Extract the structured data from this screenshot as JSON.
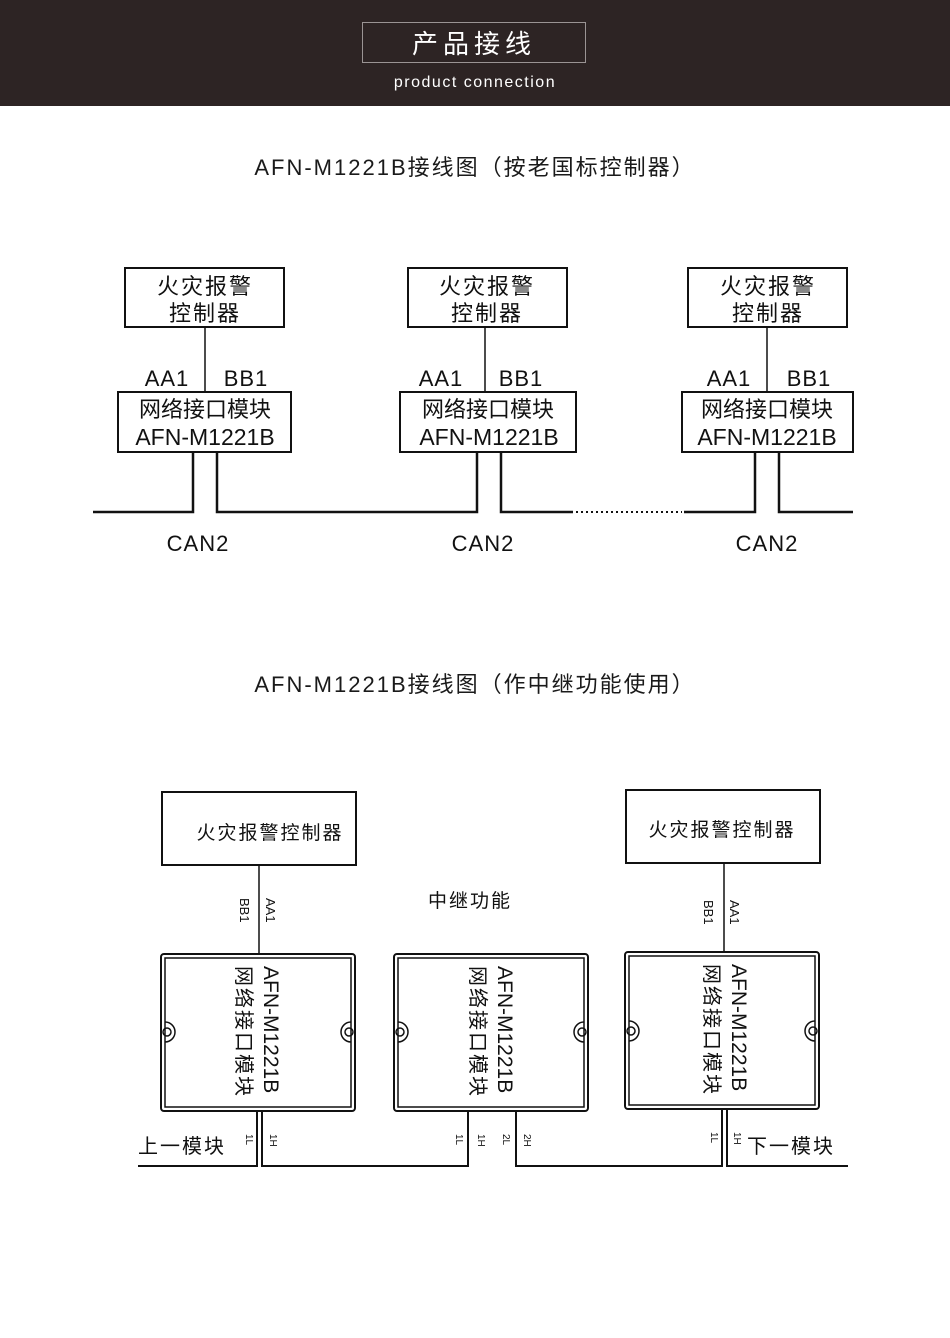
{
  "header": {
    "title_cn": "产品接线",
    "title_en": "product connection",
    "background": "#2d2424"
  },
  "diagram1": {
    "title": "AFN-M1221B接线图（按老国标控制器）",
    "units": [
      {
        "controller_line1": "火灾报警",
        "controller_line2": "控制器",
        "left_terminal": "AA1",
        "right_terminal": "BB1",
        "module_line1": "网络接口模块",
        "module_line2": "AFN-M1221B",
        "bus_label": "CAN2"
      },
      {
        "controller_line1": "火灾报警",
        "controller_line2": "控制器",
        "left_terminal": "AA1",
        "right_terminal": "BB1",
        "module_line1": "网络接口模块",
        "module_line2": "AFN-M1221B",
        "bus_label": "CAN2"
      },
      {
        "controller_line1": "火灾报警",
        "controller_line2": "控制器",
        "left_terminal": "AA1",
        "right_terminal": "BB1",
        "module_line1": "网络接口模块",
        "module_line2": "AFN-M1221B",
        "bus_label": "CAN2"
      }
    ]
  },
  "diagram2": {
    "title": "AFN-M1221B接线图（作中继功能使用）",
    "relay_label": "中继功能",
    "controllers": [
      {
        "label": "火灾报警控制器",
        "term_left": "BB1",
        "term_right": "AA1"
      },
      {
        "label": "火灾报警控制器",
        "term_left": "BB1",
        "term_right": "AA1"
      }
    ],
    "modules": [
      {
        "model": "AFN-M1221B",
        "name": "网络接口模块",
        "terminals": [
          "1L",
          "1H"
        ]
      },
      {
        "model": "AFN-M1221B",
        "name": "网络接口模块",
        "terminals": [
          "1L",
          "1H",
          "2L",
          "2H"
        ]
      },
      {
        "model": "AFN-M1221B",
        "name": "网络接口模块",
        "terminals": [
          "1L",
          "1H"
        ]
      }
    ],
    "prev_module": "上一模块",
    "next_module": "下一模块"
  }
}
